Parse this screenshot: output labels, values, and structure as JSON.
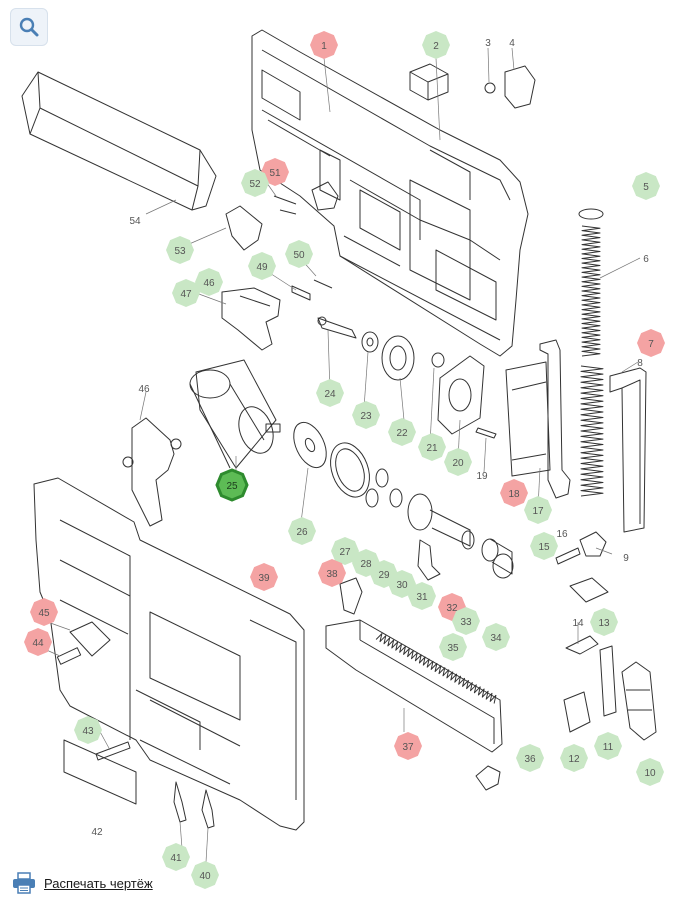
{
  "toolbar": {
    "search_icon": "magnifier-icon"
  },
  "footer": {
    "print_label": "Распечать чертёж",
    "print_icon": "printer-icon"
  },
  "colors": {
    "red_marker": "#f4a3a3",
    "green_marker": "#c9e7c5",
    "selected_marker": "#5dbb55",
    "selected_border": "#2e8b2e",
    "line": "#333333"
  },
  "selected_part": "25",
  "parts": [
    {
      "label": "1",
      "status": "red"
    },
    {
      "label": "2",
      "status": "green"
    },
    {
      "label": "3",
      "status": "plain"
    },
    {
      "label": "4",
      "status": "plain"
    },
    {
      "label": "5",
      "status": "green"
    },
    {
      "label": "6",
      "status": "plain"
    },
    {
      "label": "7",
      "status": "red"
    },
    {
      "label": "8",
      "status": "plain"
    },
    {
      "label": "9",
      "status": "plain"
    },
    {
      "label": "10",
      "status": "green"
    },
    {
      "label": "11",
      "status": "green"
    },
    {
      "label": "12",
      "status": "green"
    },
    {
      "label": "13",
      "status": "green"
    },
    {
      "label": "14",
      "status": "plain"
    },
    {
      "label": "15",
      "status": "green"
    },
    {
      "label": "16",
      "status": "plain"
    },
    {
      "label": "17",
      "status": "green"
    },
    {
      "label": "18",
      "status": "red"
    },
    {
      "label": "19",
      "status": "plain"
    },
    {
      "label": "20",
      "status": "green"
    },
    {
      "label": "21",
      "status": "green"
    },
    {
      "label": "22",
      "status": "green"
    },
    {
      "label": "23",
      "status": "green"
    },
    {
      "label": "24",
      "status": "green"
    },
    {
      "label": "25",
      "status": "selected"
    },
    {
      "label": "26",
      "status": "green"
    },
    {
      "label": "27",
      "status": "green"
    },
    {
      "label": "28",
      "status": "green"
    },
    {
      "label": "29",
      "status": "green"
    },
    {
      "label": "30",
      "status": "green"
    },
    {
      "label": "31",
      "status": "green"
    },
    {
      "label": "32",
      "status": "red"
    },
    {
      "label": "33",
      "status": "green"
    },
    {
      "label": "34",
      "status": "green"
    },
    {
      "label": "35",
      "status": "green"
    },
    {
      "label": "36",
      "status": "green"
    },
    {
      "label": "37",
      "status": "red"
    },
    {
      "label": "38",
      "status": "red"
    },
    {
      "label": "39",
      "status": "red"
    },
    {
      "label": "40",
      "status": "green"
    },
    {
      "label": "41",
      "status": "green"
    },
    {
      "label": "42",
      "status": "plain"
    },
    {
      "label": "43",
      "status": "green"
    },
    {
      "label": "44",
      "status": "red"
    },
    {
      "label": "45",
      "status": "red"
    },
    {
      "label": "46",
      "status": "plain"
    },
    {
      "label": "46",
      "status": "green"
    },
    {
      "label": "47",
      "status": "green"
    },
    {
      "label": "49",
      "status": "green"
    },
    {
      "label": "50",
      "status": "green"
    },
    {
      "label": "51",
      "status": "red"
    },
    {
      "label": "52",
      "status": "green"
    },
    {
      "label": "53",
      "status": "green"
    },
    {
      "label": "54",
      "status": "plain"
    }
  ]
}
